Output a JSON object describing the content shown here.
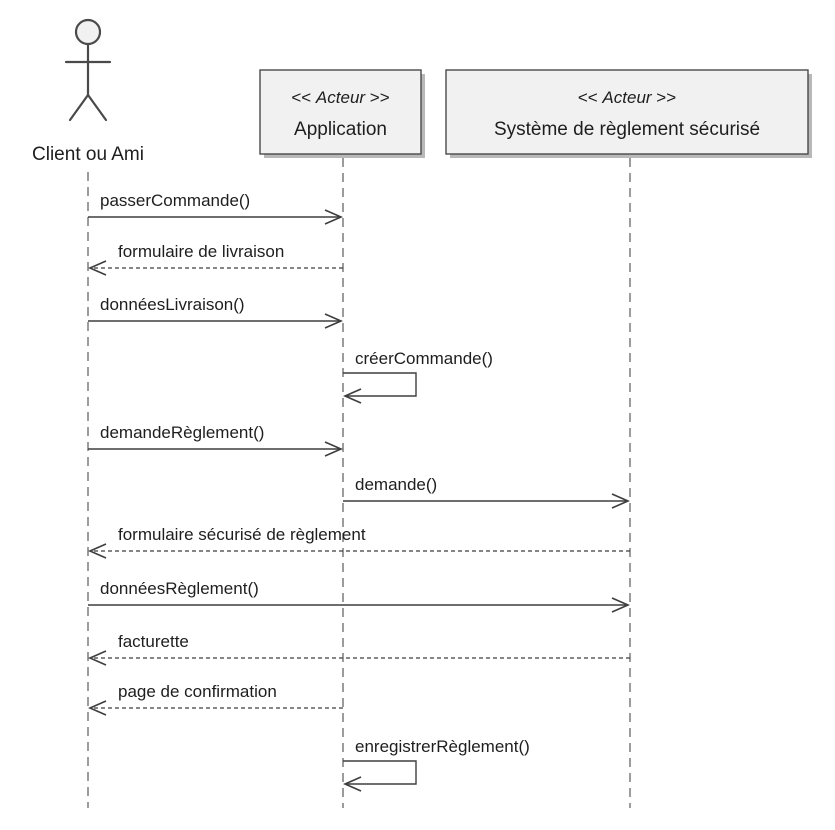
{
  "actor": {
    "name": "Client ou Ami",
    "icon": "stick-figure-icon"
  },
  "participants": [
    {
      "id": "application",
      "stereotype_open": "<< ",
      "stereotype_name": "Acteur",
      "stereotype_close": " >>",
      "name": "Application"
    },
    {
      "id": "paiement",
      "stereotype_open": "<< ",
      "stereotype_name": "Acteur",
      "stereotype_close": " >>",
      "name": "Système de règlement sécurisé"
    }
  ],
  "messages": [
    {
      "label": "passerCommande()",
      "from": "client",
      "to": "application",
      "style": "solid"
    },
    {
      "label": "formulaire de livraison",
      "from": "application",
      "to": "client",
      "style": "dashed"
    },
    {
      "label": "donnéesLivraison()",
      "from": "client",
      "to": "application",
      "style": "solid"
    },
    {
      "label": "créerCommande()",
      "from": "application",
      "to": "application",
      "style": "self"
    },
    {
      "label": "demandeRèglement()",
      "from": "client",
      "to": "application",
      "style": "solid"
    },
    {
      "label": "demande()",
      "from": "application",
      "to": "paiement",
      "style": "solid"
    },
    {
      "label": "formulaire sécurisé de règlement",
      "from": "paiement",
      "to": "client",
      "style": "dashed"
    },
    {
      "label": "donnéesRèglement()",
      "from": "client",
      "to": "paiement",
      "style": "solid"
    },
    {
      "label": "facturette",
      "from": "paiement",
      "to": "client",
      "style": "dashed"
    },
    {
      "label": "page de confirmation",
      "from": "application",
      "to": "client",
      "style": "dashed"
    },
    {
      "label": "enregistrerRèglement()",
      "from": "application",
      "to": "application",
      "style": "self"
    }
  ],
  "colors": {
    "line": "#3e3e3e",
    "box_fill": "#f1f1f1",
    "box_border": "#4a4a4a",
    "shadow": "#b8b8b8"
  }
}
